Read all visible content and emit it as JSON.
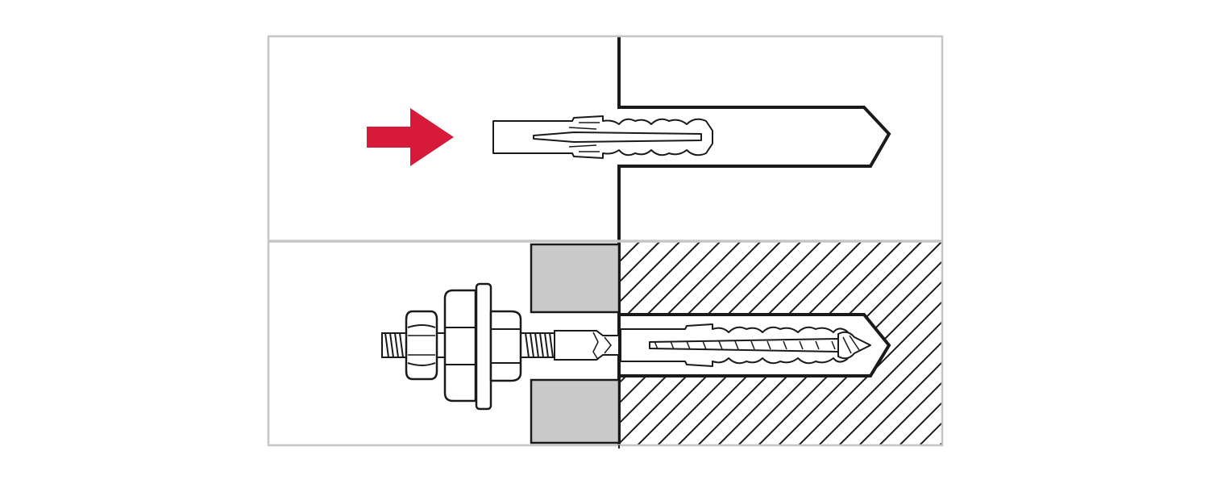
{
  "diagram": {
    "panels": [
      {
        "id": "step-insert",
        "arrow": {
          "direction": "right",
          "color": "#d7193a"
        }
      },
      {
        "id": "step-installed",
        "components": [
          "threaded-rod",
          "hex-nut",
          "washer",
          "fixture-plate",
          "wall-plug",
          "concrete-base"
        ]
      }
    ],
    "colors": {
      "frame": "#c6c6c6",
      "outline": "#1a1a1a",
      "fixture_fill": "#c9c9c9",
      "arrow": "#d7193a",
      "background": "#ffffff"
    },
    "icons": [
      "insert-direction-arrow-icon",
      "hatched-concrete-icon"
    ]
  }
}
